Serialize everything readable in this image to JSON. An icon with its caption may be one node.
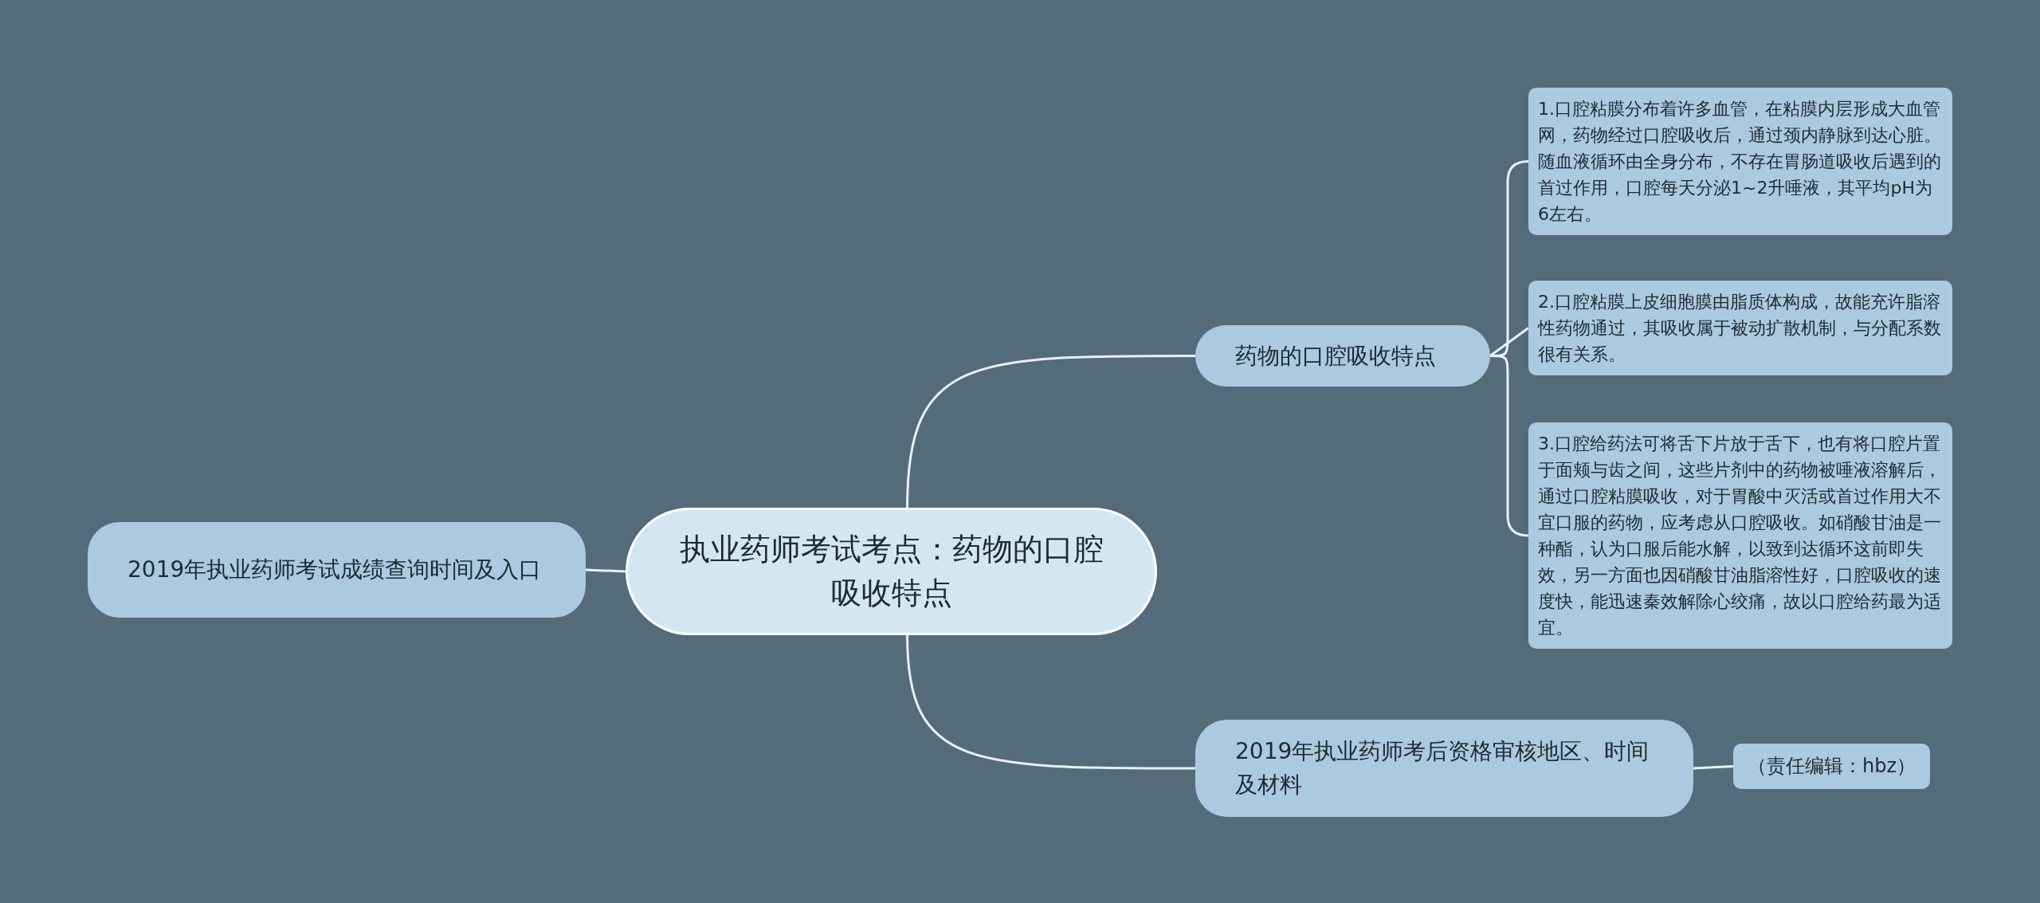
{
  "diagram": {
    "nodes": [
      {
        "text": [
          "执业药师考试考点：药物的口腔吸收特点"
        ]
      },
      {
        "text": [
          "2019年执业药师考试成绩查询时间及入口"
        ]
      },
      {
        "text": [
          "药物的口腔吸收特点"
        ]
      },
      {
        "text": [
          "1.口腔粘膜分布着许多血管，在粘膜内层形成大血管网，药物经过口腔吸收后，通过颈内静脉到达心脏。随血液循环由全身分布，不存在胃肠道吸收后遇到的首过作用，口腔每天分泌1~2升唾液，其平均pH为6左右。"
        ]
      },
      {
        "text": [
          "2.口腔粘膜上皮细胞膜由脂质体构成，故能充许脂溶性药物通过，其吸收属于被动扩散机制，与分配系数很有关系。"
        ]
      },
      {
        "text": [
          "3.口腔给药法可将舌下片放于舌下，也有将口腔片置于面颊与齿之间，这些片剂中的药物被唾液溶解后，通过口腔粘膜吸收，对于胃酸中灭活或首过作用大不宜口服的药物，应考虑从口腔吸收。如硝酸甘油是一种酯，认为口服后能水解，以致到达循环这前即失效，另一方面也因硝酸甘油脂溶性好，口腔吸收的速度快，能迅速秦效解除心绞痛，故以口腔给药最为适宜。"
        ]
      },
      {
        "text": [
          "2019年执业药师考后资格审核地区、时间及材料"
        ]
      },
      {
        "text": [
          "（责任编辑：hbz）"
        ]
      }
    ],
    "edges": [
      {
        "from": 0,
        "to": 1,
        "arrow": "none"
      },
      {
        "from": 0,
        "to": 2,
        "arrow": "none"
      },
      {
        "from": 2,
        "to": 3,
        "arrow": "none"
      },
      {
        "from": 2,
        "to": 4,
        "arrow": "none"
      },
      {
        "from": 2,
        "to": 5,
        "arrow": "none"
      },
      {
        "from": 0,
        "to": 6,
        "arrow": "none"
      },
      {
        "from": 6,
        "to": 7,
        "arrow": "none"
      }
    ]
  }
}
